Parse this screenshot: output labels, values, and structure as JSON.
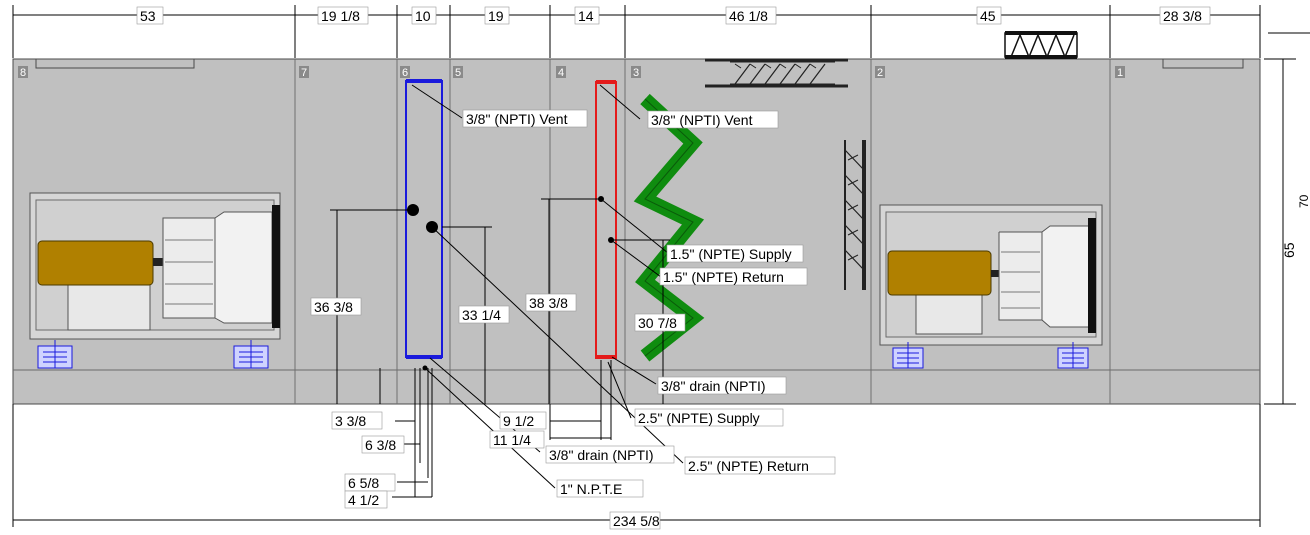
{
  "top_dims": [
    "53",
    "19 1/8",
    "10",
    "19",
    "14",
    "46 1/8",
    "45",
    "28 3/8"
  ],
  "overall_dim": "234 5/8",
  "height_dim": "65",
  "side_cut_label": "70",
  "section_numbers": [
    "8",
    "7",
    "6",
    "5",
    "4",
    "3",
    "2",
    "1"
  ],
  "heights": {
    "h_36": "36 3/8",
    "h_33": "33 1/4",
    "h_38": "38 3/8",
    "h_30": "30 7/8"
  },
  "callouts": {
    "vent_blue": "3/8\" (NPTI) Vent",
    "vent_red": "3/8\" (NPTI) Vent",
    "supply_15": "1.5\" (NPTE) Supply",
    "return_15": "1.5\" (NPTE) Return",
    "drain_red": "3/8\" drain (NPTI)",
    "supply_25": "2.5\" (NPTE) Supply",
    "return_25": "2.5\" (NPTE) Return",
    "drain_blue": "3/8\" drain (NPTI)",
    "npte_1": "1\" N.P.T.E"
  },
  "offsets": {
    "o_3": "3 3/8",
    "o_6_38": "6 3/8",
    "o_6_58": "6 5/8",
    "o_4": "4 1/2",
    "o_9": "9 1/2",
    "o_11": "11 1/4"
  },
  "colors": {
    "cabinet": "#c0c0c0",
    "cold_coil": "#1a1adc",
    "hot_coil": "#e41b1b",
    "dx_coil": "#0f8c0f",
    "motor": "#b08000"
  }
}
